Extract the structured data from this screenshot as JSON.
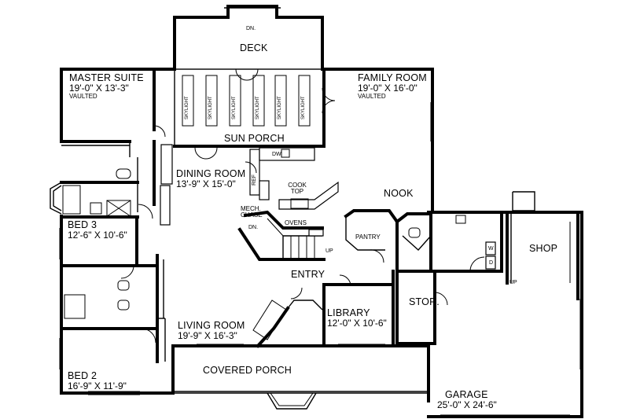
{
  "rooms": {
    "deck": {
      "name": "DECK",
      "stair": "DN."
    },
    "master_suite": {
      "name": "MASTER SUITE",
      "dims": "19'-0\" X 13'-3\"",
      "note": "VAULTED"
    },
    "family_room": {
      "name": "FAMILY ROOM",
      "dims": "19'-0\" X 16'-0\"",
      "note": "VAULTED"
    },
    "sun_porch": {
      "name": "SUN PORCH",
      "skylight": "SKYLIGHT"
    },
    "dining_room": {
      "name": "DINING ROOM",
      "dims": "13'-9\" X 15'-0\""
    },
    "bed3": {
      "name": "BED 3",
      "dims": "12'-6\" X 10'-6\""
    },
    "nook": {
      "name": "NOOK"
    },
    "kitchen": {
      "cook_top": "COOK TOP",
      "ovens": "OVENS",
      "ref": "REF",
      "dw": "DW"
    },
    "mech_chase": {
      "name": "MECH. CHASE"
    },
    "stairs": {
      "down": "DN.",
      "up": "UP"
    },
    "pantry": {
      "name": "PANTRY"
    },
    "shop": {
      "name": "SHOP",
      "step": "UP"
    },
    "entry": {
      "name": "ENTRY"
    },
    "storage": {
      "name": "STOR."
    },
    "living_room": {
      "name": "LIVING ROOM",
      "dims": "19'-9\" X 16'-3\""
    },
    "library": {
      "name": "LIBRARY",
      "dims": "12'-0\" X 10'-6\""
    },
    "bed2": {
      "name": "BED 2",
      "dims": "16'-9\" X 11'-9\""
    },
    "covered_porch": {
      "name": "COVERED PORCH"
    },
    "garage": {
      "name": "GARAGE",
      "dims": "25'-0\" X 24'-6\""
    },
    "laundry": {
      "washer": "W",
      "dryer": "D"
    }
  }
}
